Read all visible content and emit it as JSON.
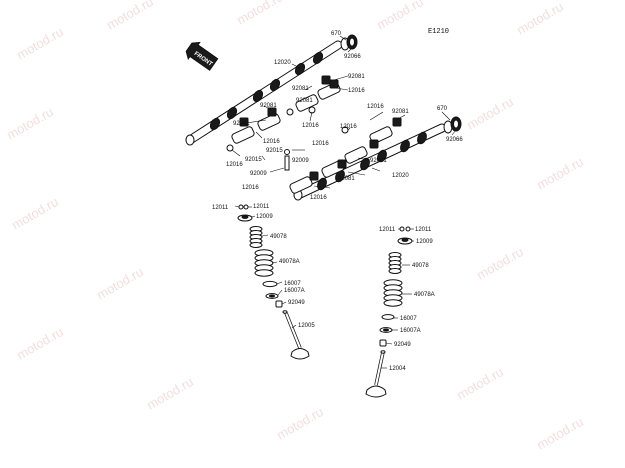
{
  "diagram": {
    "code": "E1210",
    "front_label": "FRONT",
    "watermark": "motod.ru",
    "parts": {
      "p670_top": "670",
      "p92066_top": "92066",
      "p12020_top": "12020",
      "p92081_a": "92081",
      "p92081_b": "92081",
      "p92081_c": "92081",
      "p92081_d": "92081",
      "p12016_a": "12016",
      "p12016_b": "12016",
      "p12016_c": "12016",
      "p12016_d": "12016",
      "p12016_e": "12016",
      "p12016_f": "12016",
      "p12016_g": "12016",
      "p92015_a": "92015",
      "p92015_b": "92015",
      "p92009_a": "92009",
      "p92009_b": "92009",
      "p92081_e": "92081",
      "p92081_f": "92081",
      "p92081_g": "92081",
      "p92081_h": "92081",
      "p670_bot": "670",
      "p92066_bot": "92066",
      "p12020_bot": "12020",
      "p12016_h": "12016",
      "p12016_i": "12016",
      "p12011_l1": "12011",
      "p12011_l2": "12011",
      "p12009_l": "12009",
      "p49078_l": "49078",
      "p49078A_l": "49078A",
      "p16007_l": "16007",
      "p16007A_l": "16007A",
      "p92049_l": "92049",
      "p12005": "12005",
      "p12011_r1": "12011",
      "p12011_r2": "12011",
      "p12009_r": "12009",
      "p49078_r": "49078",
      "p49078A_r": "49078A",
      "p16007_r": "16007",
      "p16007A_r": "16007A",
      "p92049_r": "92049",
      "p12004": "12004"
    }
  }
}
